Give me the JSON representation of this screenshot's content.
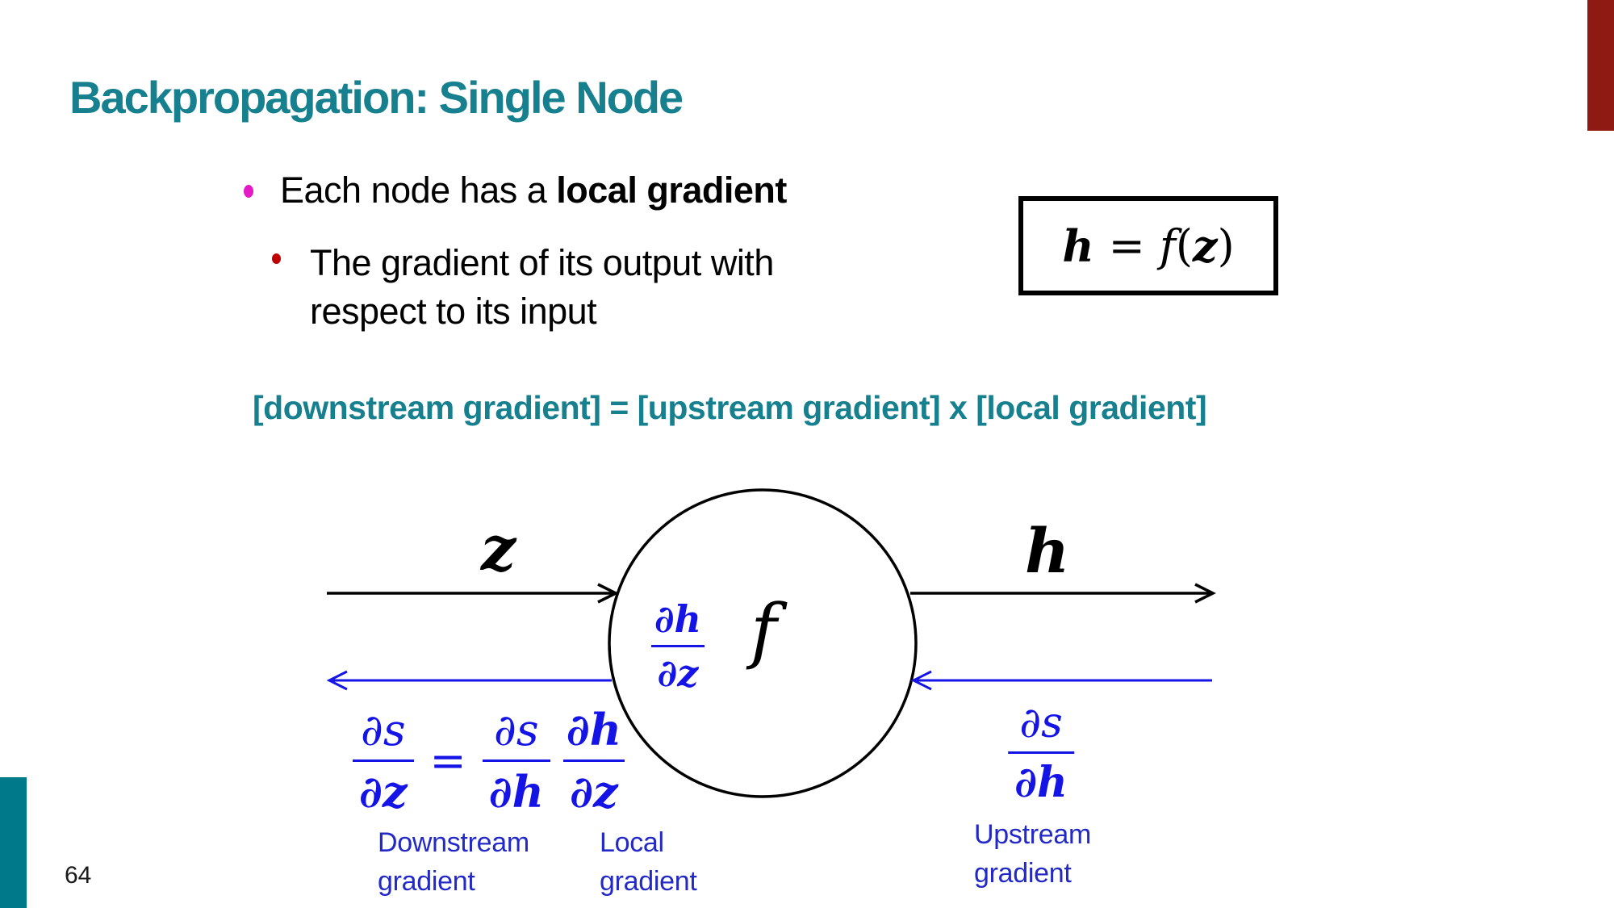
{
  "title": "Backpropagation: Single Node",
  "page_number": "64",
  "colors": {
    "title_teal": "#17808F",
    "accent_dark_red": "#8E1A13",
    "accent_teal": "#00798B",
    "bullet_magenta": "#E619C9",
    "bullet_dark_red": "#C00000",
    "math_blue": "#1414E6",
    "label_blue": "#2329C7"
  },
  "bullets": {
    "main_prefix": "Each node has a ",
    "main_bold": "local gradient",
    "sub_line1": "The gradient of its output with",
    "sub_line2": "respect to its input"
  },
  "equation_box": {
    "lhs": "h",
    "equals": "=",
    "func": "f",
    "lparen": "(",
    "arg": "z",
    "rparen": ")"
  },
  "key_formula": "[downstream gradient] = [upstream gradient] x [local gradient]",
  "diagram": {
    "input_label": "z",
    "output_label": "h",
    "node_function": "f",
    "local_gradient_fraction": {
      "num": "∂h",
      "den": "∂z"
    },
    "downstream_equation": {
      "lhs": {
        "num": "∂s",
        "den": "∂z"
      },
      "equals": "=",
      "rhs1": {
        "num": "∂s",
        "den": "∂h"
      },
      "rhs2": {
        "num": "∂h",
        "den": "∂z"
      }
    },
    "upstream_fraction": {
      "num": "∂s",
      "den": "∂h"
    },
    "labels": {
      "downstream_line1": "Downstream",
      "downstream_line2": "gradient",
      "local_line1": "Local",
      "local_line2": "gradient",
      "upstream_line1": "Upstream",
      "upstream_line2": "gradient"
    }
  }
}
